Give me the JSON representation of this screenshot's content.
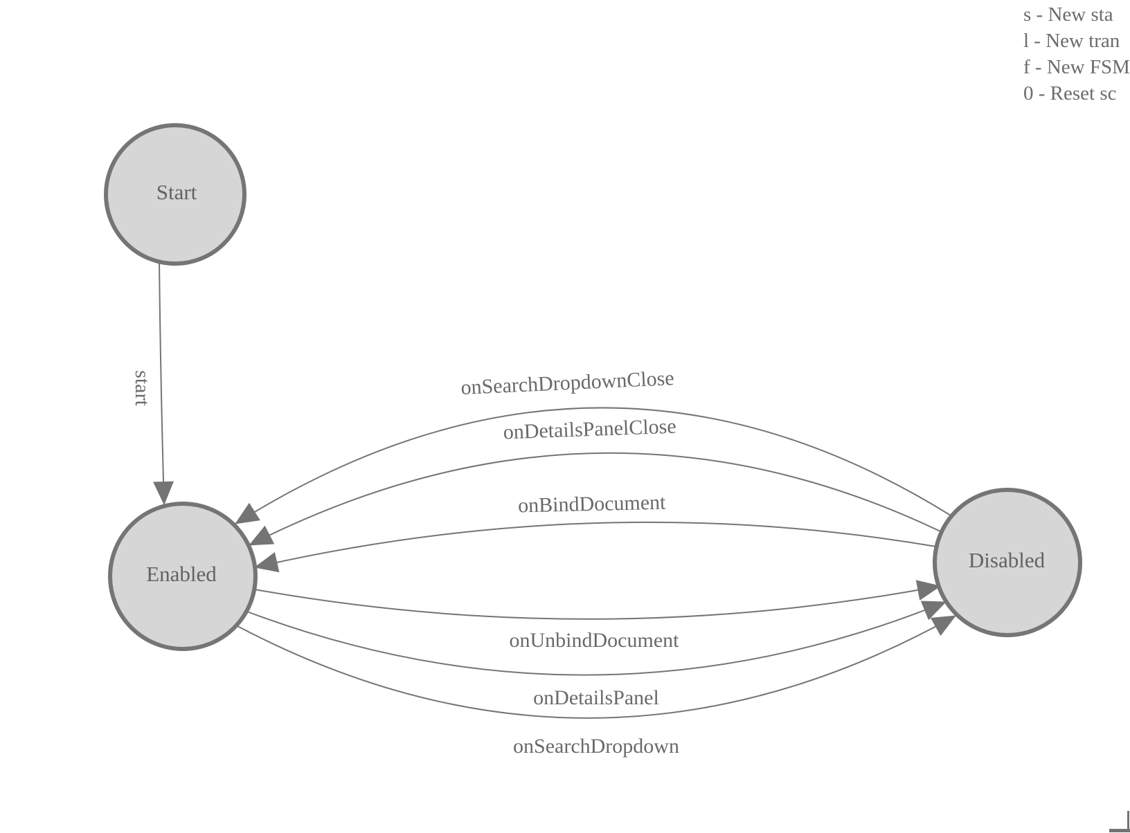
{
  "legend": {
    "lines": [
      "s - New sta",
      "l - New tran",
      "f - New FSM",
      "0 - Reset sc"
    ]
  },
  "diagram": {
    "states": [
      {
        "label": "Start"
      },
      {
        "label": "Enabled"
      },
      {
        "label": "Disabled"
      }
    ],
    "transitions": [
      {
        "label": "start",
        "from": "Start",
        "to": "Enabled"
      },
      {
        "label": "onSearchDropdownClose",
        "from": "Disabled",
        "to": "Enabled"
      },
      {
        "label": "onDetailsPanelClose",
        "from": "Disabled",
        "to": "Enabled"
      },
      {
        "label": "onBindDocument",
        "from": "Disabled",
        "to": "Enabled"
      },
      {
        "label": "onUnbindDocument",
        "from": "Enabled",
        "to": "Disabled"
      },
      {
        "label": "onDetailsPanel",
        "from": "Enabled",
        "to": "Disabled"
      },
      {
        "label": "onSearchDropdown",
        "from": "Enabled",
        "to": "Disabled"
      }
    ],
    "colors": {
      "node_fill": "#d6d6d6",
      "node_stroke": "#757575",
      "edge_stroke": "#747474",
      "label_text": "#696969"
    }
  }
}
